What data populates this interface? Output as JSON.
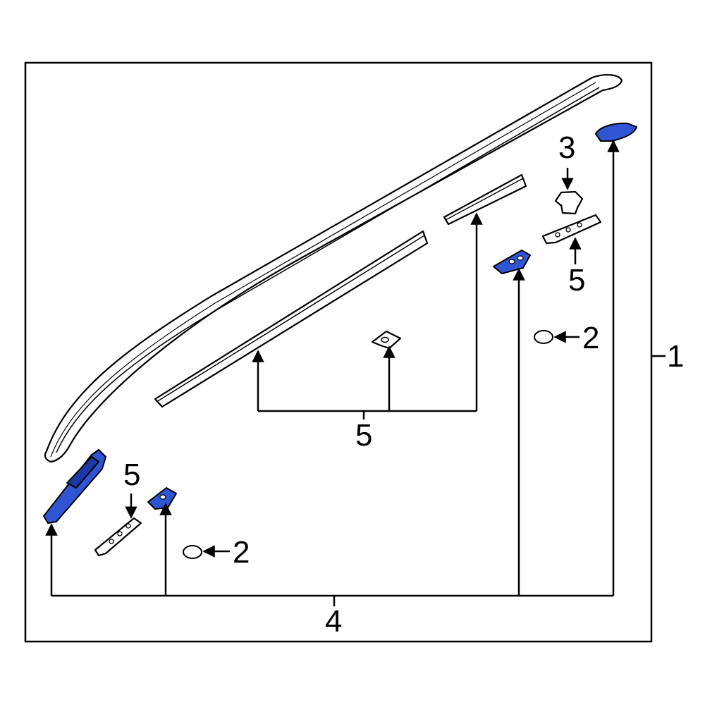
{
  "colors": {
    "line": "#000000",
    "background": "#ffffff",
    "highlight": "#2f55d4",
    "highlight_dark": "#1b3aa8"
  },
  "callouts": {
    "c1": "1",
    "c2_right": "2",
    "c2_left": "2",
    "c3": "3",
    "c4": "4",
    "c5_center": "5",
    "c5_right": "5",
    "c5_left": "5"
  }
}
